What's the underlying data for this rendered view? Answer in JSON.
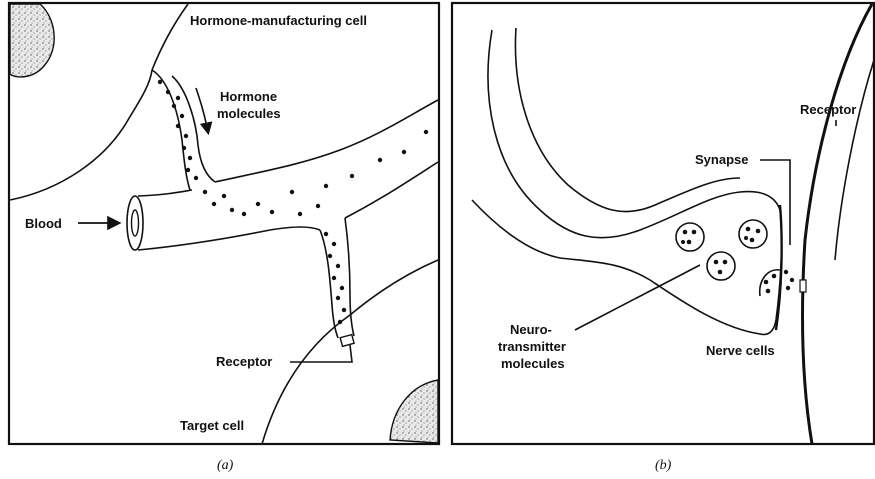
{
  "panel_a": {
    "labels": {
      "hormone_cell": "Hormone-manufacturing cell",
      "hormone_molecules_line1": "Hormone",
      "hormone_molecules_line2": "molecules",
      "blood": "Blood",
      "receptor": "Receptor",
      "target_cell": "Target cell"
    },
    "caption": "(a)"
  },
  "panel_b": {
    "labels": {
      "receptor": "Receptor",
      "synapse": "Synapse",
      "neuro_line1": "Neuro-",
      "neuro_line2": "transmitter",
      "neuro_line3": "molecules",
      "nerve_cells": "Nerve cells"
    },
    "caption": "(b)"
  }
}
